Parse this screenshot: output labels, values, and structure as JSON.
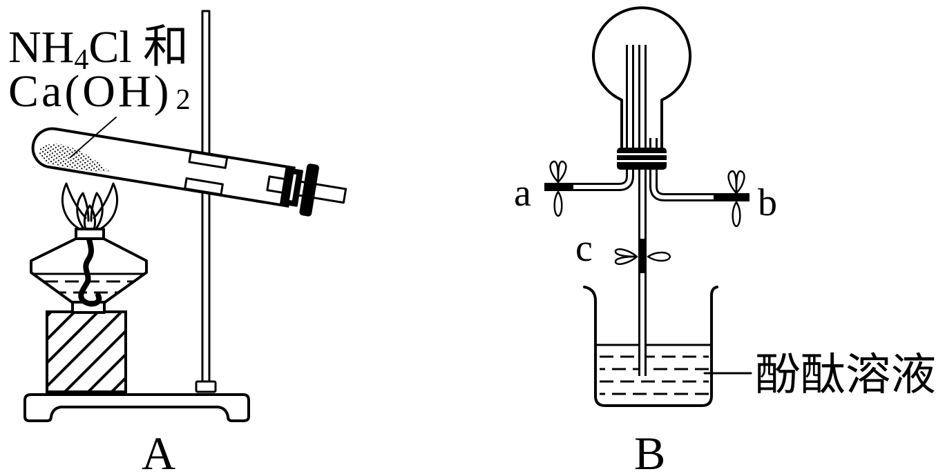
{
  "figure": {
    "apparatus_a": {
      "label": "A",
      "reagent": {
        "line1": {
          "main": "NH",
          "sub": "4",
          "rest": "Cl 和"
        },
        "line2": {
          "main": "Ca(OH)",
          "sub": "2"
        }
      }
    },
    "apparatus_b": {
      "label": "B",
      "clamps": {
        "a": "a",
        "b": "b",
        "c": "c"
      },
      "solution_label": "酚酞溶液"
    }
  },
  "colors": {
    "ink": "#000000",
    "background": "#ffffff"
  }
}
